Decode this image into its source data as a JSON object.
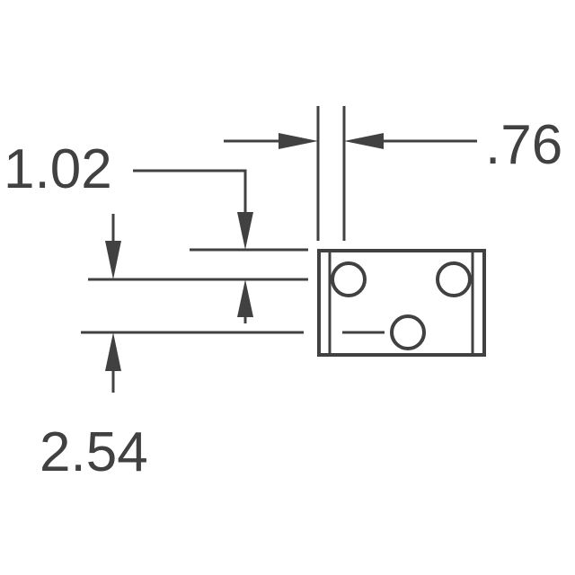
{
  "diagram": {
    "title": "Component footprint / pin layout drawing",
    "colors": {
      "line": "#414141",
      "background": "#ffffff"
    },
    "dimensions": {
      "pin_width": {
        "label": ".76",
        "orientation": "horizontal"
      },
      "edge_offset": {
        "label": "1.02",
        "orientation": "vertical"
      },
      "pin_pitch": {
        "label": "2.54",
        "orientation": "vertical"
      }
    },
    "body": {
      "shape": "rectangle",
      "pins": 3,
      "pin_shape": "circle"
    }
  }
}
